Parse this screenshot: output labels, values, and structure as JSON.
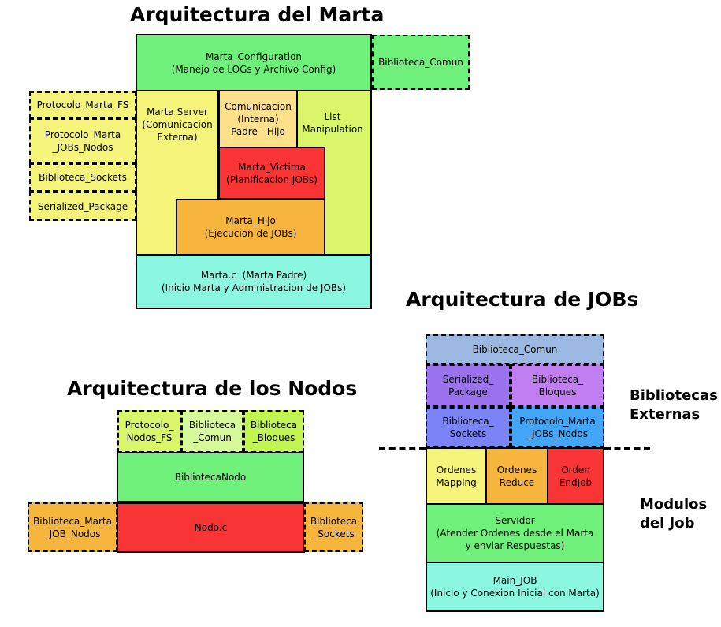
{
  "titles": {
    "marta": "Arquitectura del Marta",
    "jobs": "Arquitectura de JOBs",
    "nodos": "Arquitectura de los Nodos"
  },
  "side_labels": {
    "externas_1": "Bibliotecas",
    "externas_2": "Externas",
    "modulos_1": "Modulos",
    "modulos_2": "del Job"
  },
  "marta": {
    "configuration": {
      "line1": "Marta_Configuration",
      "line2": "(Manejo de LOGs y Archivo Config)"
    },
    "biblioteca_comun": {
      "line1": "Biblioteca_Comun"
    },
    "protocolo_fs": {
      "line1": "Protocolo_Marta_FS"
    },
    "protocolo_jobs_nodos": {
      "line1": "Protocolo_Marta",
      "line2": "_JOBs_Nodos"
    },
    "biblioteca_sockets": {
      "line1": "Biblioteca_Sockets"
    },
    "serialized_package": {
      "line1": "Serialized_Package"
    },
    "server": {
      "line1": "Marta Server",
      "line2": "(Comunicacion",
      "line3": "Externa)"
    },
    "comunicacion": {
      "line1": "Comunicacion",
      "line2": "(Interna)",
      "line3": "Padre - Hijo"
    },
    "list": {
      "line1": "List",
      "line2": "Manipulation"
    },
    "victima": {
      "line1": "Marta_Victima",
      "line2": "(Planificacion JOBs)"
    },
    "hijo": {
      "line1": "Marta_Hijo",
      "line2": "(Ejecucion de JOBs)"
    },
    "padre": {
      "line1": "Marta.c  (Marta Padre)",
      "line2": "(Inicio Marta y Administracion de JOBs)"
    }
  },
  "nodos": {
    "protocolo": {
      "line1": "Protocolo_",
      "line2": "Nodos_FS"
    },
    "comun": {
      "line1": "Biblioteca",
      "line2": "_Comun"
    },
    "bloques": {
      "line1": "Biblioteca",
      "line2": "_Bloques"
    },
    "biblioteca_nodo": {
      "line1": "BibliotecaNodo"
    },
    "marta_job_nodos": {
      "line1": "Biblioteca_Marta",
      "line2": "_JOB_Nodos"
    },
    "nodo_c": {
      "line1": "Nodo.c"
    },
    "sockets": {
      "line1": "Biblioteca",
      "line2": "_Sockets"
    }
  },
  "jobs": {
    "comun": {
      "line1": "Biblioteca_Comun"
    },
    "serialized": {
      "line1": "Serialized_",
      "line2": "Package"
    },
    "bloques": {
      "line1": "Biblioteca_",
      "line2": "Bloques"
    },
    "sockets": {
      "line1": "Biblioteca_",
      "line2": "Sockets"
    },
    "protocolo": {
      "line1": "Protocolo_Marta",
      "line2": "_JOBs_Nodos"
    },
    "mapping": {
      "line1": "Ordenes",
      "line2": "Mapping"
    },
    "reduce": {
      "line1": "Ordenes",
      "line2": "Reduce"
    },
    "endjob": {
      "line1": "Orden",
      "line2": "EndJob"
    },
    "servidor": {
      "line1": "Servidor",
      "line2": "(Atender Ordenes desde el Marta",
      "line3": "y enviar Respuestas)"
    },
    "main": {
      "line1": "Main_JOB",
      "line2": "(Inicio y Conexion Inicial con Marta)"
    }
  },
  "colors": {
    "green": "#6ef07a",
    "yellow": "#f4f47a",
    "lightyellow": "#ffe08a",
    "lime": "#d9f56a",
    "red": "#f83434",
    "orange": "#f6b53c",
    "aqua": "#8cf7e1",
    "paleblue": "#9bb8e2",
    "purple": "#9a72ee",
    "lilac": "#c07ef0",
    "blue": "#7b84f4",
    "skyblue": "#42a5f5",
    "lightgreen": "#d6f99a",
    "limegreen": "#c2f552"
  }
}
